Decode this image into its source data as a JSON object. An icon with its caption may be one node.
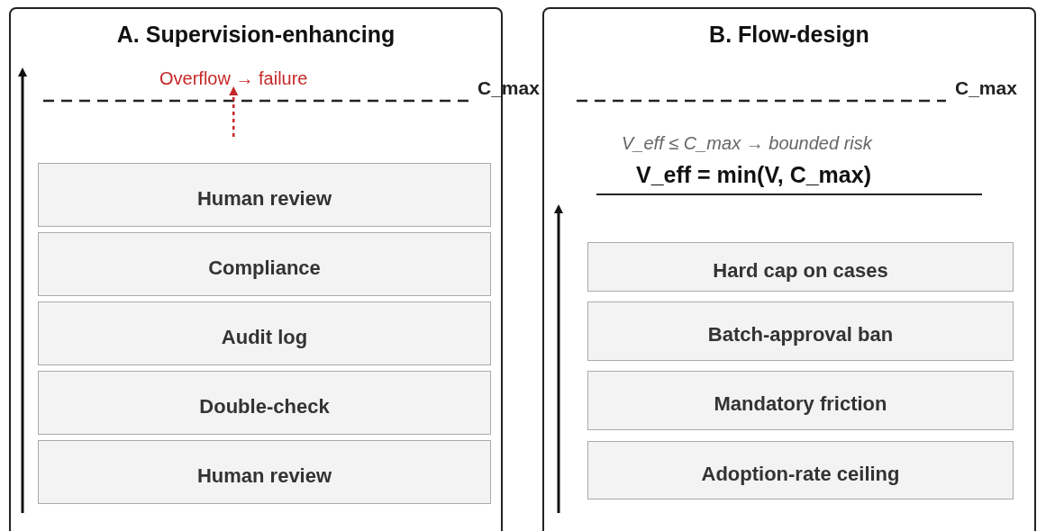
{
  "diagram": {
    "nodes": [
      {
        "text": [
          "A. Supervision-enhancing"
        ]
      },
      {
        "text": [
          "Overflow → failure"
        ],
        "in": 0
      },
      {
        "text": [
          "Human review"
        ],
        "in": 0
      },
      {
        "text": [
          "Compliance"
        ],
        "in": 0
      },
      {
        "text": [
          "Audit log"
        ],
        "in": 0
      },
      {
        "text": [
          "Double-check"
        ],
        "in": 0
      },
      {
        "text": [
          "Human review"
        ],
        "in": 0
      },
      {
        "text": [
          "B. Flow-design"
        ]
      },
      {
        "text": [
          "Hard cap on cases"
        ],
        "in": 7
      },
      {
        "text": [
          "Batch-approval ban"
        ],
        "in": 7
      },
      {
        "text": [
          "Mandatory friction"
        ],
        "in": 7
      },
      {
        "text": [
          "Adoption-rate ceiling"
        ],
        "in": 7
      }
    ],
    "edges": [
      {
        "from": null,
        "to": 1,
        "arrow": "to",
        "style": "dashed",
        "color": "#c62828"
      }
    ],
    "labels": [
      "C_max",
      "C_max",
      "V_eff ≤ C_max → bounded risk",
      "V_eff = min(V, C_max)"
    ]
  }
}
